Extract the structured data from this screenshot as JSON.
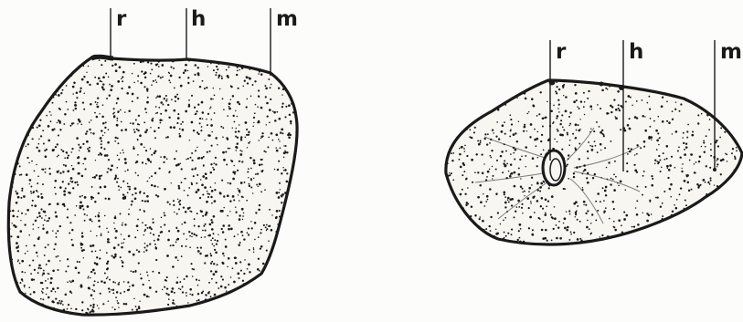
{
  "figure": {
    "left_specimen": {
      "labels": {
        "r": "r",
        "h": "h",
        "m": "m"
      }
    },
    "right_specimen": {
      "labels": {
        "r": "r",
        "h": "h",
        "m": "m"
      }
    },
    "colors": {
      "ink": "#1a1a1a",
      "paper": "#fcfcfa"
    }
  }
}
